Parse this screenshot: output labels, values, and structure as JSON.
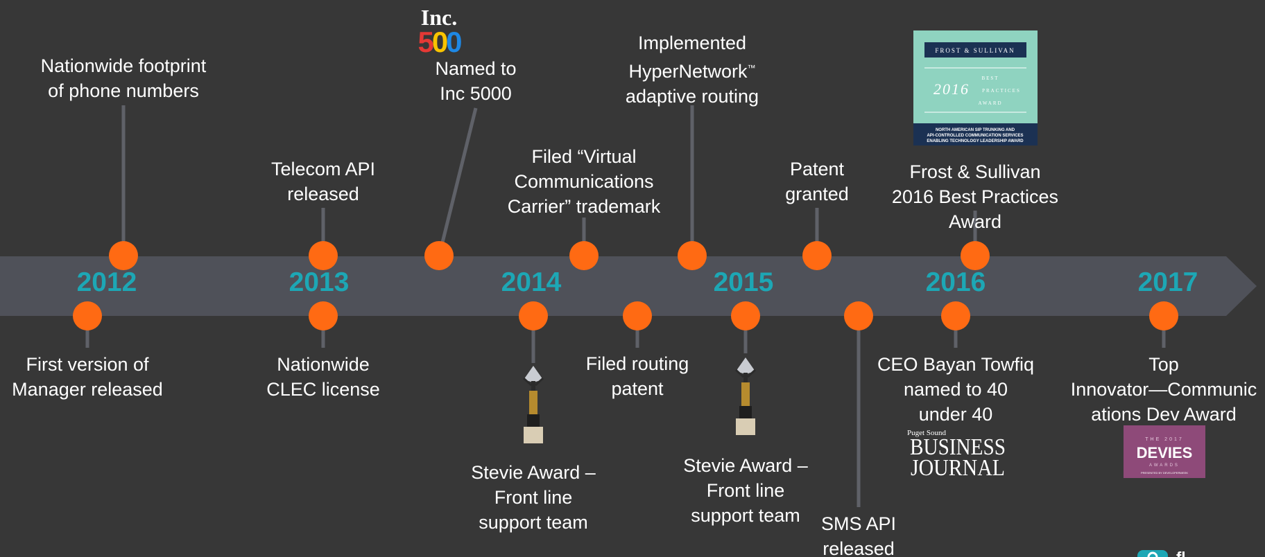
{
  "colors": {
    "background": "#373737",
    "band": "#4f5159",
    "marker": "#ff6a13",
    "connector": "#5f6168",
    "year_text": "#1da7b5"
  },
  "years": [
    "2012",
    "2013",
    "2014",
    "2015",
    "2016",
    "2017"
  ],
  "events_above": [
    {
      "lines": [
        "Nationwide footprint",
        "of phone numbers"
      ]
    },
    {
      "lines": [
        "Telecom API",
        "released"
      ]
    },
    {
      "lines": [
        "Named to",
        "Inc 5000"
      ],
      "logo": "inc-500-logo"
    },
    {
      "lines": [
        "Filed “Virtual",
        "Communications",
        "Carrier” trademark"
      ]
    },
    {
      "lines": [
        "Implemented",
        "HyperNetwork",
        "adaptive routing"
      ],
      "trademark": "™"
    },
    {
      "lines": [
        "Patent",
        "granted"
      ]
    },
    {
      "lines": [
        "Frost & Sullivan",
        "2016 Best Practices",
        "Award"
      ],
      "logo": "frost-sullivan-award-badge"
    }
  ],
  "events_below": [
    {
      "lines": [
        "First version of",
        "Manager released"
      ]
    },
    {
      "lines": [
        "Nationwide",
        "CLEC license"
      ]
    },
    {
      "lines": [
        "Stevie Award –",
        "Front line",
        "support team"
      ],
      "logo": "stevie-trophy"
    },
    {
      "lines": [
        "Filed routing",
        "patent"
      ]
    },
    {
      "lines": [
        "Stevie Award –",
        "Front line",
        "support team"
      ],
      "logo": "stevie-trophy"
    },
    {
      "lines": [
        "SMS API",
        "released"
      ]
    },
    {
      "lines": [
        "CEO Bayan Towfiq",
        "named to 40",
        "under 40"
      ],
      "logo": "puget-sound-business-journal-logo"
    },
    {
      "lines": [
        "Top",
        "Innovator—Communic",
        "ations Dev Award"
      ],
      "logo": "devies-award-badge"
    }
  ],
  "logos": {
    "inc": {
      "top": "Inc.",
      "bottom": "500"
    },
    "frost": {
      "header": "FROST & SULLIVAN",
      "year": "2016",
      "award_words": [
        "BEST",
        "PRACTICES",
        "AWARD"
      ],
      "footer": [
        "NORTH AMERICAN SIP TRUNKING AND",
        "API-CONTROLLED COMMUNICATION SERVICES",
        "ENABLING TECHNOLOGY LEADERSHIP AWARD"
      ]
    },
    "psbj": {
      "top": "Puget Sound",
      "line1": "BUSINESS",
      "line2": "JOURNAL"
    },
    "devies": {
      "top": "THE 2017",
      "main": "DEVIES",
      "sub": "AWARDS",
      "foot": "PRESENTED BY DEVELOPERWEEK"
    }
  },
  "footer_logo": {
    "text": "fl"
  }
}
